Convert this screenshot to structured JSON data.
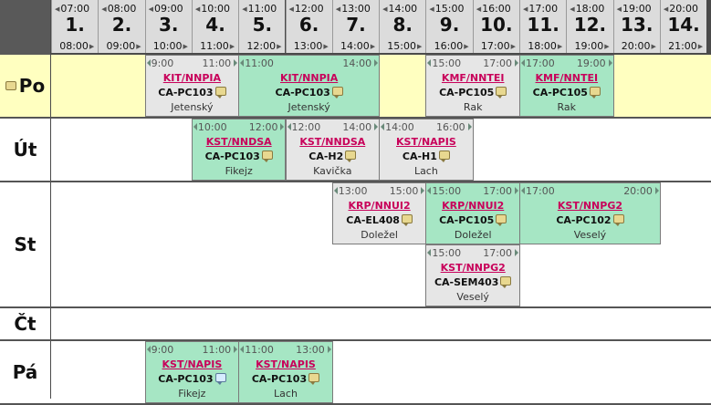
{
  "hours": [
    {
      "num": "1.",
      "start": "07:00",
      "end": "08:00"
    },
    {
      "num": "2.",
      "start": "08:00",
      "end": "09:00"
    },
    {
      "num": "3.",
      "start": "09:00",
      "end": "10:00"
    },
    {
      "num": "4.",
      "start": "10:00",
      "end": "11:00"
    },
    {
      "num": "5.",
      "start": "11:00",
      "end": "12:00"
    },
    {
      "num": "6.",
      "start": "12:00",
      "end": "13:00"
    },
    {
      "num": "7.",
      "start": "13:00",
      "end": "14:00"
    },
    {
      "num": "8.",
      "start": "14:00",
      "end": "15:00"
    },
    {
      "num": "9.",
      "start": "15:00",
      "end": "16:00"
    },
    {
      "num": "10.",
      "start": "16:00",
      "end": "17:00"
    },
    {
      "num": "11.",
      "start": "17:00",
      "end": "18:00"
    },
    {
      "num": "12.",
      "start": "18:00",
      "end": "19:00"
    },
    {
      "num": "13.",
      "start": "19:00",
      "end": "20:00"
    },
    {
      "num": "14.",
      "start": "20:00",
      "end": "21:00"
    }
  ],
  "days": [
    {
      "label": "Po",
      "has_note": true,
      "highlight": true,
      "subrows": 1,
      "blocks": [
        {
          "col": 2,
          "span": 2,
          "sub": 0,
          "start": "9:00",
          "end": "11:00",
          "code": "KIT/NNPIA",
          "room": "CA-PC103",
          "teacher": "Jetenský",
          "style": "gray",
          "note": "yellow"
        },
        {
          "col": 4,
          "span": 3,
          "sub": 0,
          "start": "11:00",
          "end": "14:00",
          "code": "KIT/NNPIA",
          "room": "CA-PC103",
          "teacher": "Jetenský",
          "style": "green",
          "note": "yellow"
        },
        {
          "col": 8,
          "span": 2,
          "sub": 0,
          "start": "15:00",
          "end": "17:00",
          "code": "KMF/NNTEI",
          "room": "CA-PC105",
          "teacher": "Rak",
          "style": "gray",
          "note": "yellow"
        },
        {
          "col": 10,
          "span": 2,
          "sub": 0,
          "start": "17:00",
          "end": "19:00",
          "code": "KMF/NNTEI",
          "room": "CA-PC105",
          "teacher": "Rak",
          "style": "green",
          "note": "yellow"
        }
      ]
    },
    {
      "label": "Út",
      "has_note": false,
      "highlight": false,
      "subrows": 1,
      "blocks": [
        {
          "col": 3,
          "span": 2,
          "sub": 0,
          "start": "10:00",
          "end": "12:00",
          "code": "KST/NNDSA",
          "room": "CA-PC103",
          "teacher": "Fikejz",
          "style": "green",
          "note": "yellow"
        },
        {
          "col": 5,
          "span": 2,
          "sub": 0,
          "start": "12:00",
          "end": "14:00",
          "code": "KST/NNDSA",
          "room": "CA-H2",
          "teacher": "Kavička",
          "style": "gray",
          "note": "yellow"
        },
        {
          "col": 7,
          "span": 2,
          "sub": 0,
          "start": "14:00",
          "end": "16:00",
          "code": "KST/NAPIS",
          "room": "CA-H1",
          "teacher": "Lach",
          "style": "gray",
          "note": "yellow"
        }
      ]
    },
    {
      "label": "St",
      "has_note": false,
      "highlight": false,
      "subrows": 2,
      "blocks": [
        {
          "col": 6,
          "span": 2,
          "sub": 0,
          "start": "13:00",
          "end": "15:00",
          "code": "KRP/NNUI2",
          "room": "CA-EL408",
          "teacher": "Doležel",
          "style": "gray",
          "note": "yellow"
        },
        {
          "col": 8,
          "span": 2,
          "sub": 0,
          "start": "15:00",
          "end": "17:00",
          "code": "KRP/NNUI2",
          "room": "CA-PC105",
          "teacher": "Doležel",
          "style": "green",
          "note": "yellow"
        },
        {
          "col": 10,
          "span": 3,
          "sub": 0,
          "start": "17:00",
          "end": "20:00",
          "code": "KST/NNPG2",
          "room": "CA-PC102",
          "teacher": "Veselý",
          "style": "green",
          "note": "yellow"
        },
        {
          "col": 8,
          "span": 2,
          "sub": 1,
          "start": "15:00",
          "end": "17:00",
          "code": "KST/NNPG2",
          "room": "CA-SEM403",
          "teacher": "Veselý",
          "style": "gray",
          "note": "yellow"
        }
      ]
    },
    {
      "label": "Čt",
      "has_note": false,
      "highlight": false,
      "subrows": 0,
      "blocks": []
    },
    {
      "label": "Pá",
      "has_note": false,
      "highlight": false,
      "subrows": 1,
      "blocks": [
        {
          "col": 2,
          "span": 2,
          "sub": 0,
          "start": "9:00",
          "end": "11:00",
          "code": "KST/NAPIS",
          "room": "CA-PC103",
          "teacher": "Fikejz",
          "style": "green",
          "note": "blue"
        },
        {
          "col": 4,
          "span": 2,
          "sub": 0,
          "start": "11:00",
          "end": "13:00",
          "code": "KST/NAPIS",
          "room": "CA-PC103",
          "teacher": "Lach",
          "style": "green",
          "note": "yellow"
        }
      ]
    }
  ]
}
